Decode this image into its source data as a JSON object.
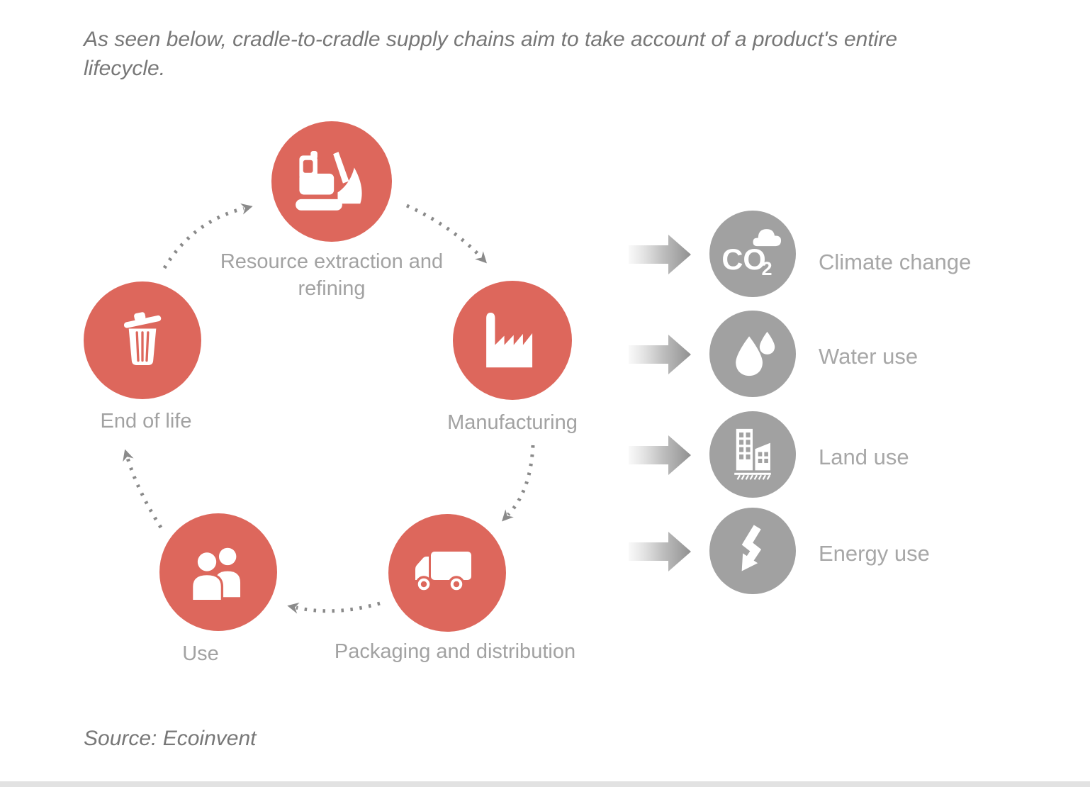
{
  "caption": "As seen below, cradle-to-cradle supply chains aim to take account of a product's entire lifecycle.",
  "source": "Source: Ecoinvent",
  "colors": {
    "stage_circle": "#DD675C",
    "impact_circle": "#A1A1A1",
    "label_text": "#A2A2A2",
    "caption_text": "#777777",
    "dotted_arrow": "#8A8A8A"
  },
  "cycle": {
    "stages": [
      {
        "label": "Resource extraction and refining",
        "icon": "excavator-icon"
      },
      {
        "label": "Manufacturing",
        "icon": "factory-icon"
      },
      {
        "label": "Packaging and distribution",
        "icon": "truck-icon"
      },
      {
        "label": "Use",
        "icon": "people-icon"
      },
      {
        "label": "End of life",
        "icon": "trash-icon"
      }
    ]
  },
  "impacts": {
    "co2": {
      "main": "CO",
      "sub": "2"
    },
    "items": [
      {
        "label": "Climate change",
        "icon": "co2-cloud-icon"
      },
      {
        "label": "Water use",
        "icon": "water-drops-icon"
      },
      {
        "label": "Land use",
        "icon": "buildings-icon"
      },
      {
        "label": "Energy use",
        "icon": "lightning-bolt-icon"
      }
    ]
  }
}
